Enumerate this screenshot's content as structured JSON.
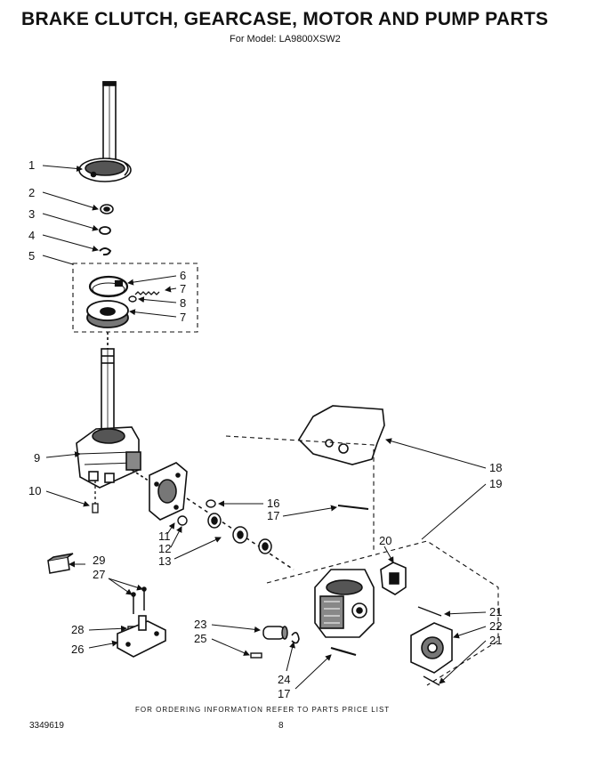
{
  "title": "BRAKE  CLUTCH, GEARCASE, MOTOR AND PUMP PARTS",
  "subtitle": "For Model: LA9800XSW2",
  "footer_note": "FOR ORDERING INFORMATION REFER TO PARTS PRICE LIST",
  "doc_number": "3349619",
  "page_number": "8",
  "callouts": {
    "c1": "1",
    "c2": "2",
    "c3": "3",
    "c4": "4",
    "c5": "5",
    "c6": "6",
    "c7a": "7",
    "c8": "8",
    "c7b": "7",
    "c9": "9",
    "c10": "10",
    "c11": "11",
    "c12": "12",
    "c13": "13",
    "c16": "16",
    "c17a": "17",
    "c18": "18",
    "c19": "19",
    "c20": "20",
    "c21a": "21",
    "c22": "22",
    "c21b": "21",
    "c23": "23",
    "c24": "24",
    "c25": "25",
    "c17b": "17",
    "c26": "26",
    "c27": "27",
    "c28": "28",
    "c29": "29"
  }
}
